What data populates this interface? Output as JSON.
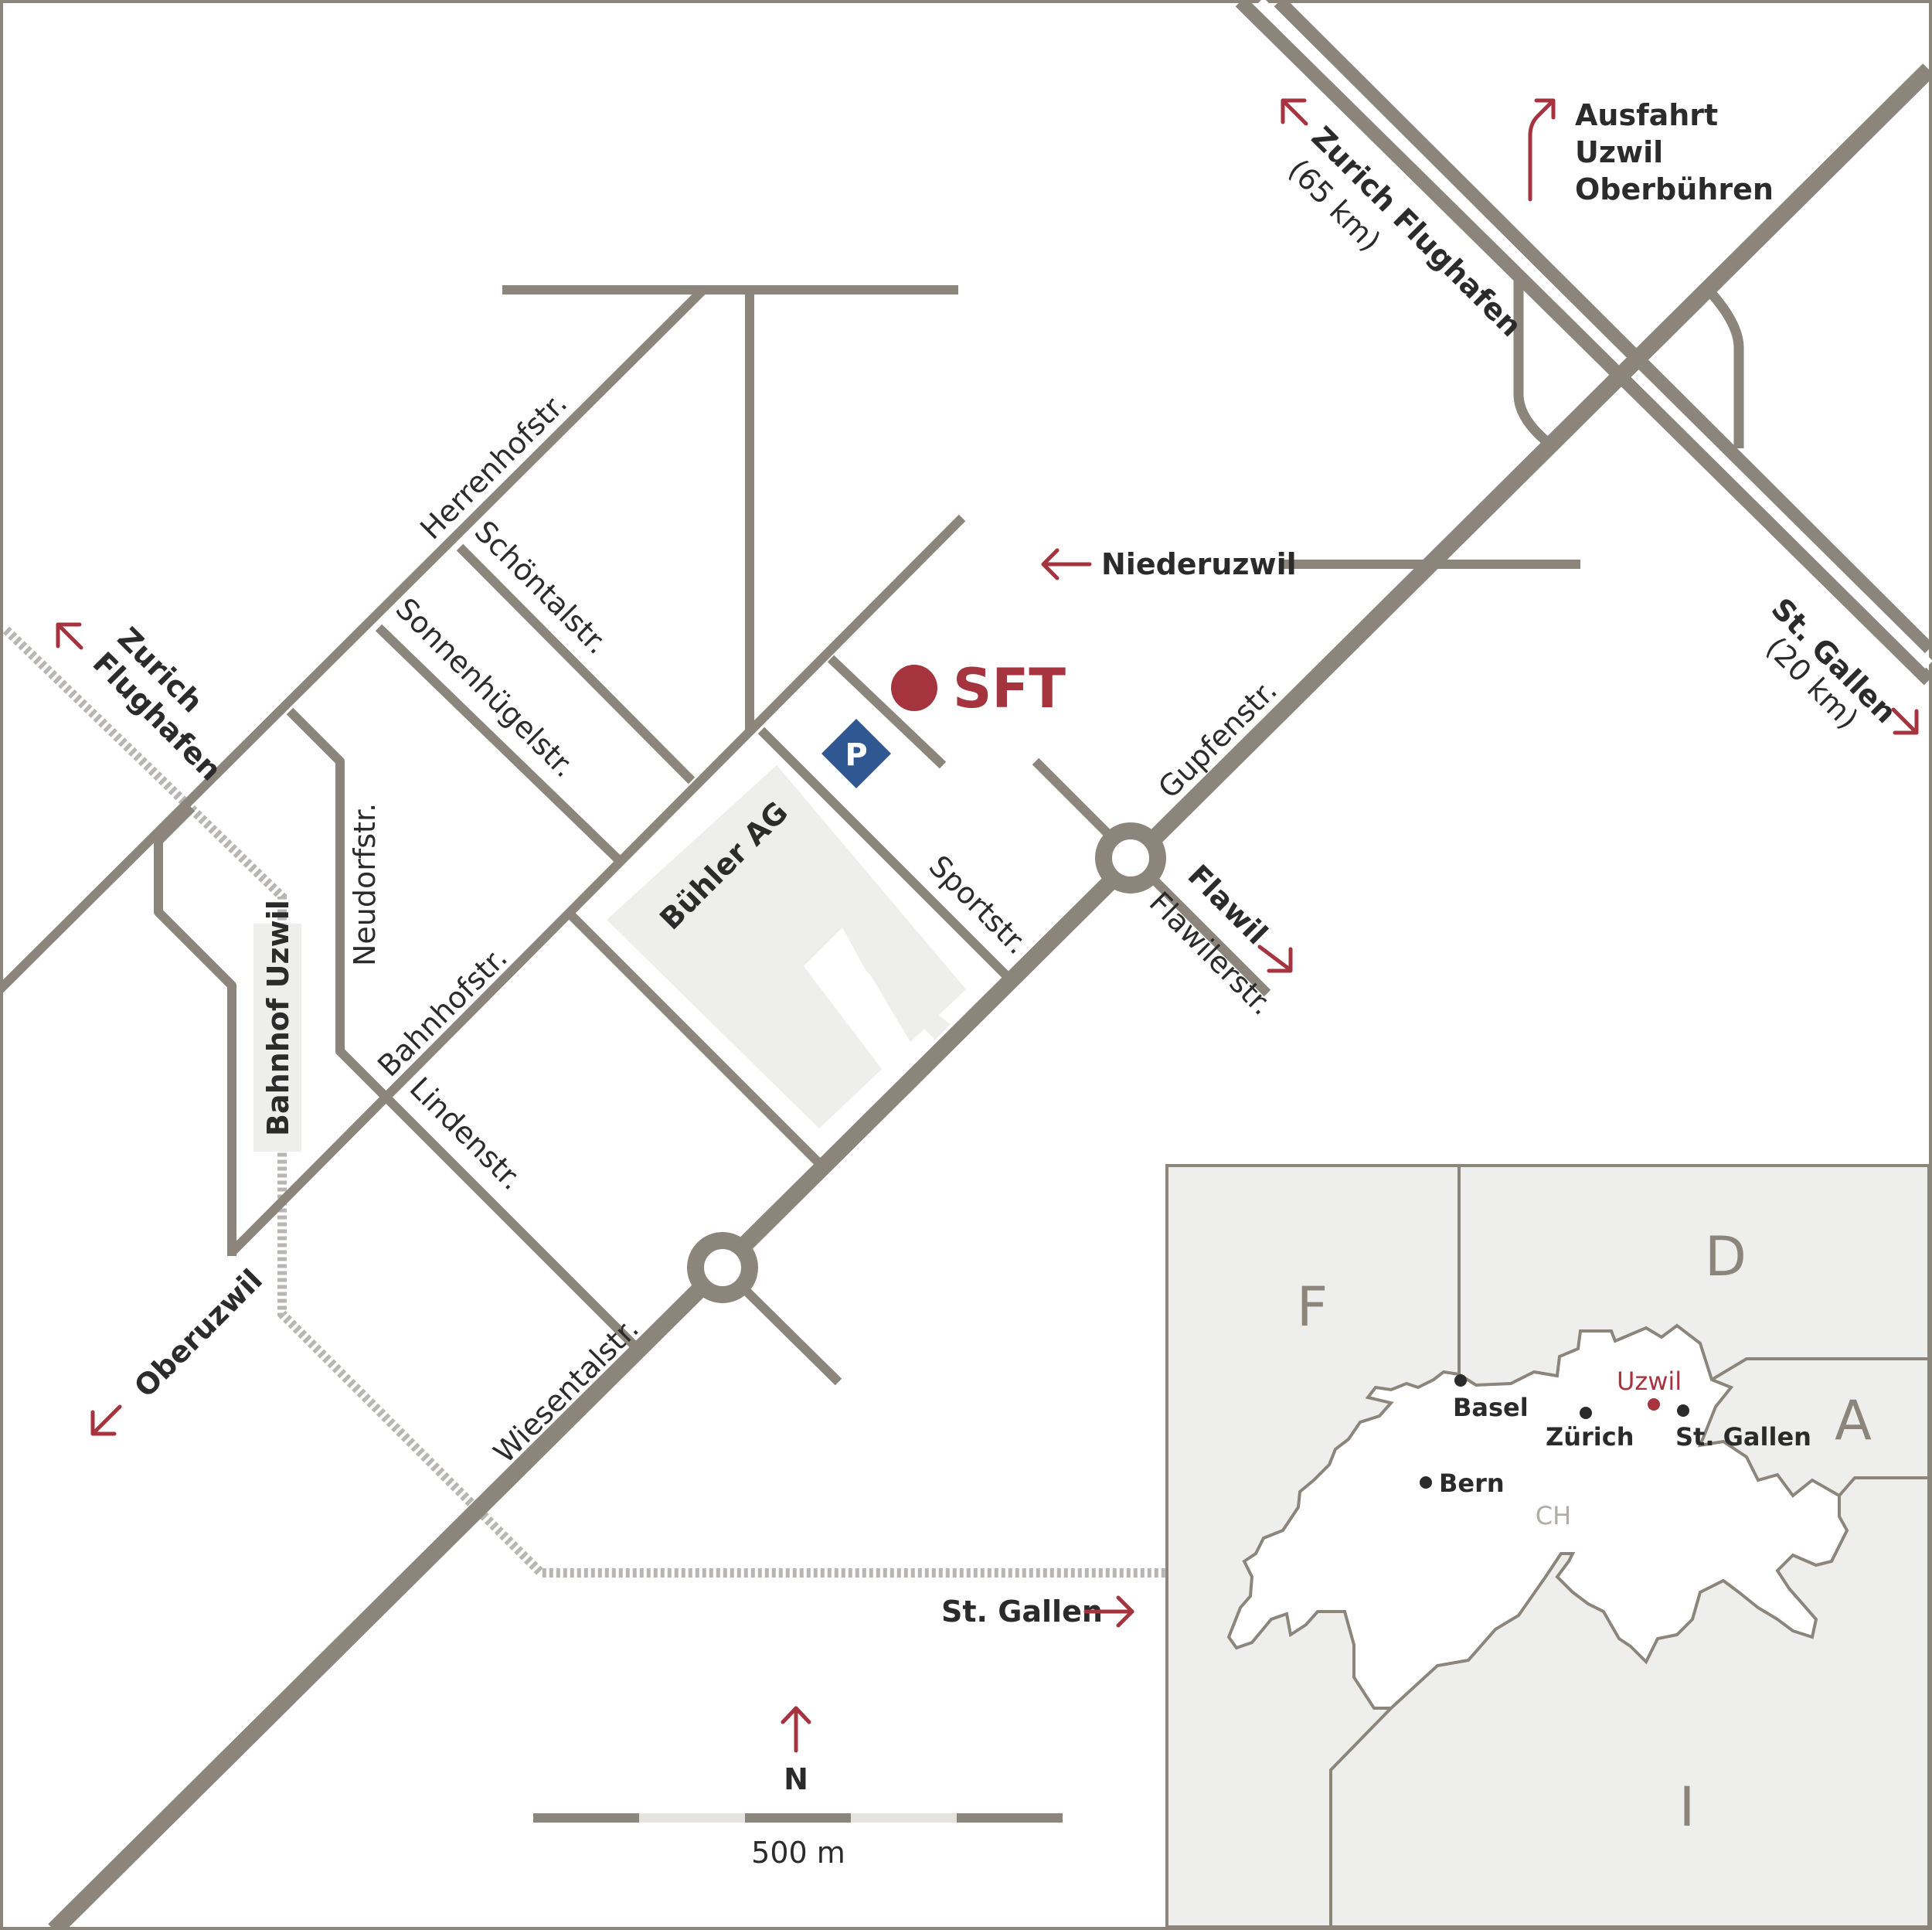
{
  "company": {
    "name": "SFT",
    "color": "#a6343f"
  },
  "colors": {
    "road": "#8b857b",
    "accent": "#a6343f",
    "parking": "#2f5791",
    "area": "#eeeeec",
    "text": "#2b2b2b"
  },
  "parking": {
    "symbol": "P"
  },
  "building": {
    "label": "Bühler AG"
  },
  "station": {
    "label": "Bahnhof Uzwil"
  },
  "streets": {
    "herrenhof": "Herrenhofstr.",
    "schoental": "Schöntalstr.",
    "sonnenhuegel": "Sonnenhügelstr.",
    "neudorf": "Neudorfstr.",
    "bahnhof": "Bahnhofstr.",
    "linden": "Lindenstr.",
    "wiesental": "Wiesentalstr.",
    "sport": "Sportstr.",
    "gupfen": "Gupfenstr.",
    "flawiler": "Flawilerstr."
  },
  "destinations": {
    "zurich_airport_top_name": "Zurich Flughafen",
    "zurich_airport_top_distance": "(65 km)",
    "exit_line1": "Ausfahrt",
    "exit_line2": "Uzwil",
    "exit_line3": "Oberbühren",
    "niederuzwil": "Niederuzwil",
    "st_gallen_top_name": "St. Gallen",
    "st_gallen_top_distance": "(20 km)",
    "zurich_left_line1": "Zurich",
    "zurich_left_line2": "Flughafen",
    "flawil": "Flawil",
    "oberuzwil": "Oberuzwil",
    "st_gallen_bottom": "St. Gallen"
  },
  "compass": {
    "label": "N"
  },
  "scale": {
    "label": "500 m"
  },
  "inset": {
    "countries": {
      "france": "F",
      "germany": "D",
      "austria": "A",
      "italy": "I",
      "switzerland": "CH"
    },
    "cities": {
      "basel": "Basel",
      "zurich": "Zürich",
      "st_gallen": "St. Gallen",
      "bern": "Bern",
      "uzwil": "Uzwil"
    }
  },
  "icons": {
    "location_marker": "filled-circle",
    "direction_arrow": "arrow",
    "roundabout": "ring",
    "railway": "dashed-track"
  }
}
